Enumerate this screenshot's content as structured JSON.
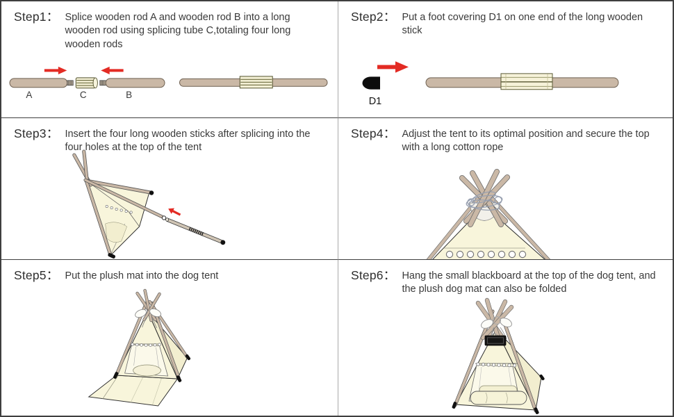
{
  "document": {
    "title": "Dog teepee tent assembly instructions",
    "colors": {
      "background": "#ffffff",
      "outer_border": "#3f3f3f",
      "vertical_divider": "#a9a9a9",
      "horizontal_divider": "#3f3f3f",
      "text": "#3a3a3a",
      "arrow_red": "#e32b24",
      "wood_tan": "#cab8a6",
      "wood_outline": "#6e6051",
      "fabric_cream": "#f8f5db",
      "tube_cream": "#f3efd4",
      "foot_black": "#111111"
    }
  },
  "parts": {
    "rod_a": "A",
    "tube_c": "C",
    "rod_b": "B",
    "foot_d1": "D1"
  },
  "steps": [
    {
      "label": "Step1：",
      "text": "Splice wooden rod A and wooden rod B into a long wooden rod using splicing tube C,totaling four long wooden rods"
    },
    {
      "label": "Step2：",
      "text": "Put a foot covering D1 on one end of the long wooden stick"
    },
    {
      "label": "Step3：",
      "text": "Insert the four long wooden sticks after splicing into the four holes at the top of the tent"
    },
    {
      "label": "Step4：",
      "text": "Adjust the tent to its optimal position and secure the top with a long cotton rope"
    },
    {
      "label": "Step5：",
      "text": "Put the plush mat into the dog tent"
    },
    {
      "label": "Step6：",
      "text": "Hang the small blackboard at the top of the dog tent, and the plush dog mat can also be folded"
    }
  ]
}
